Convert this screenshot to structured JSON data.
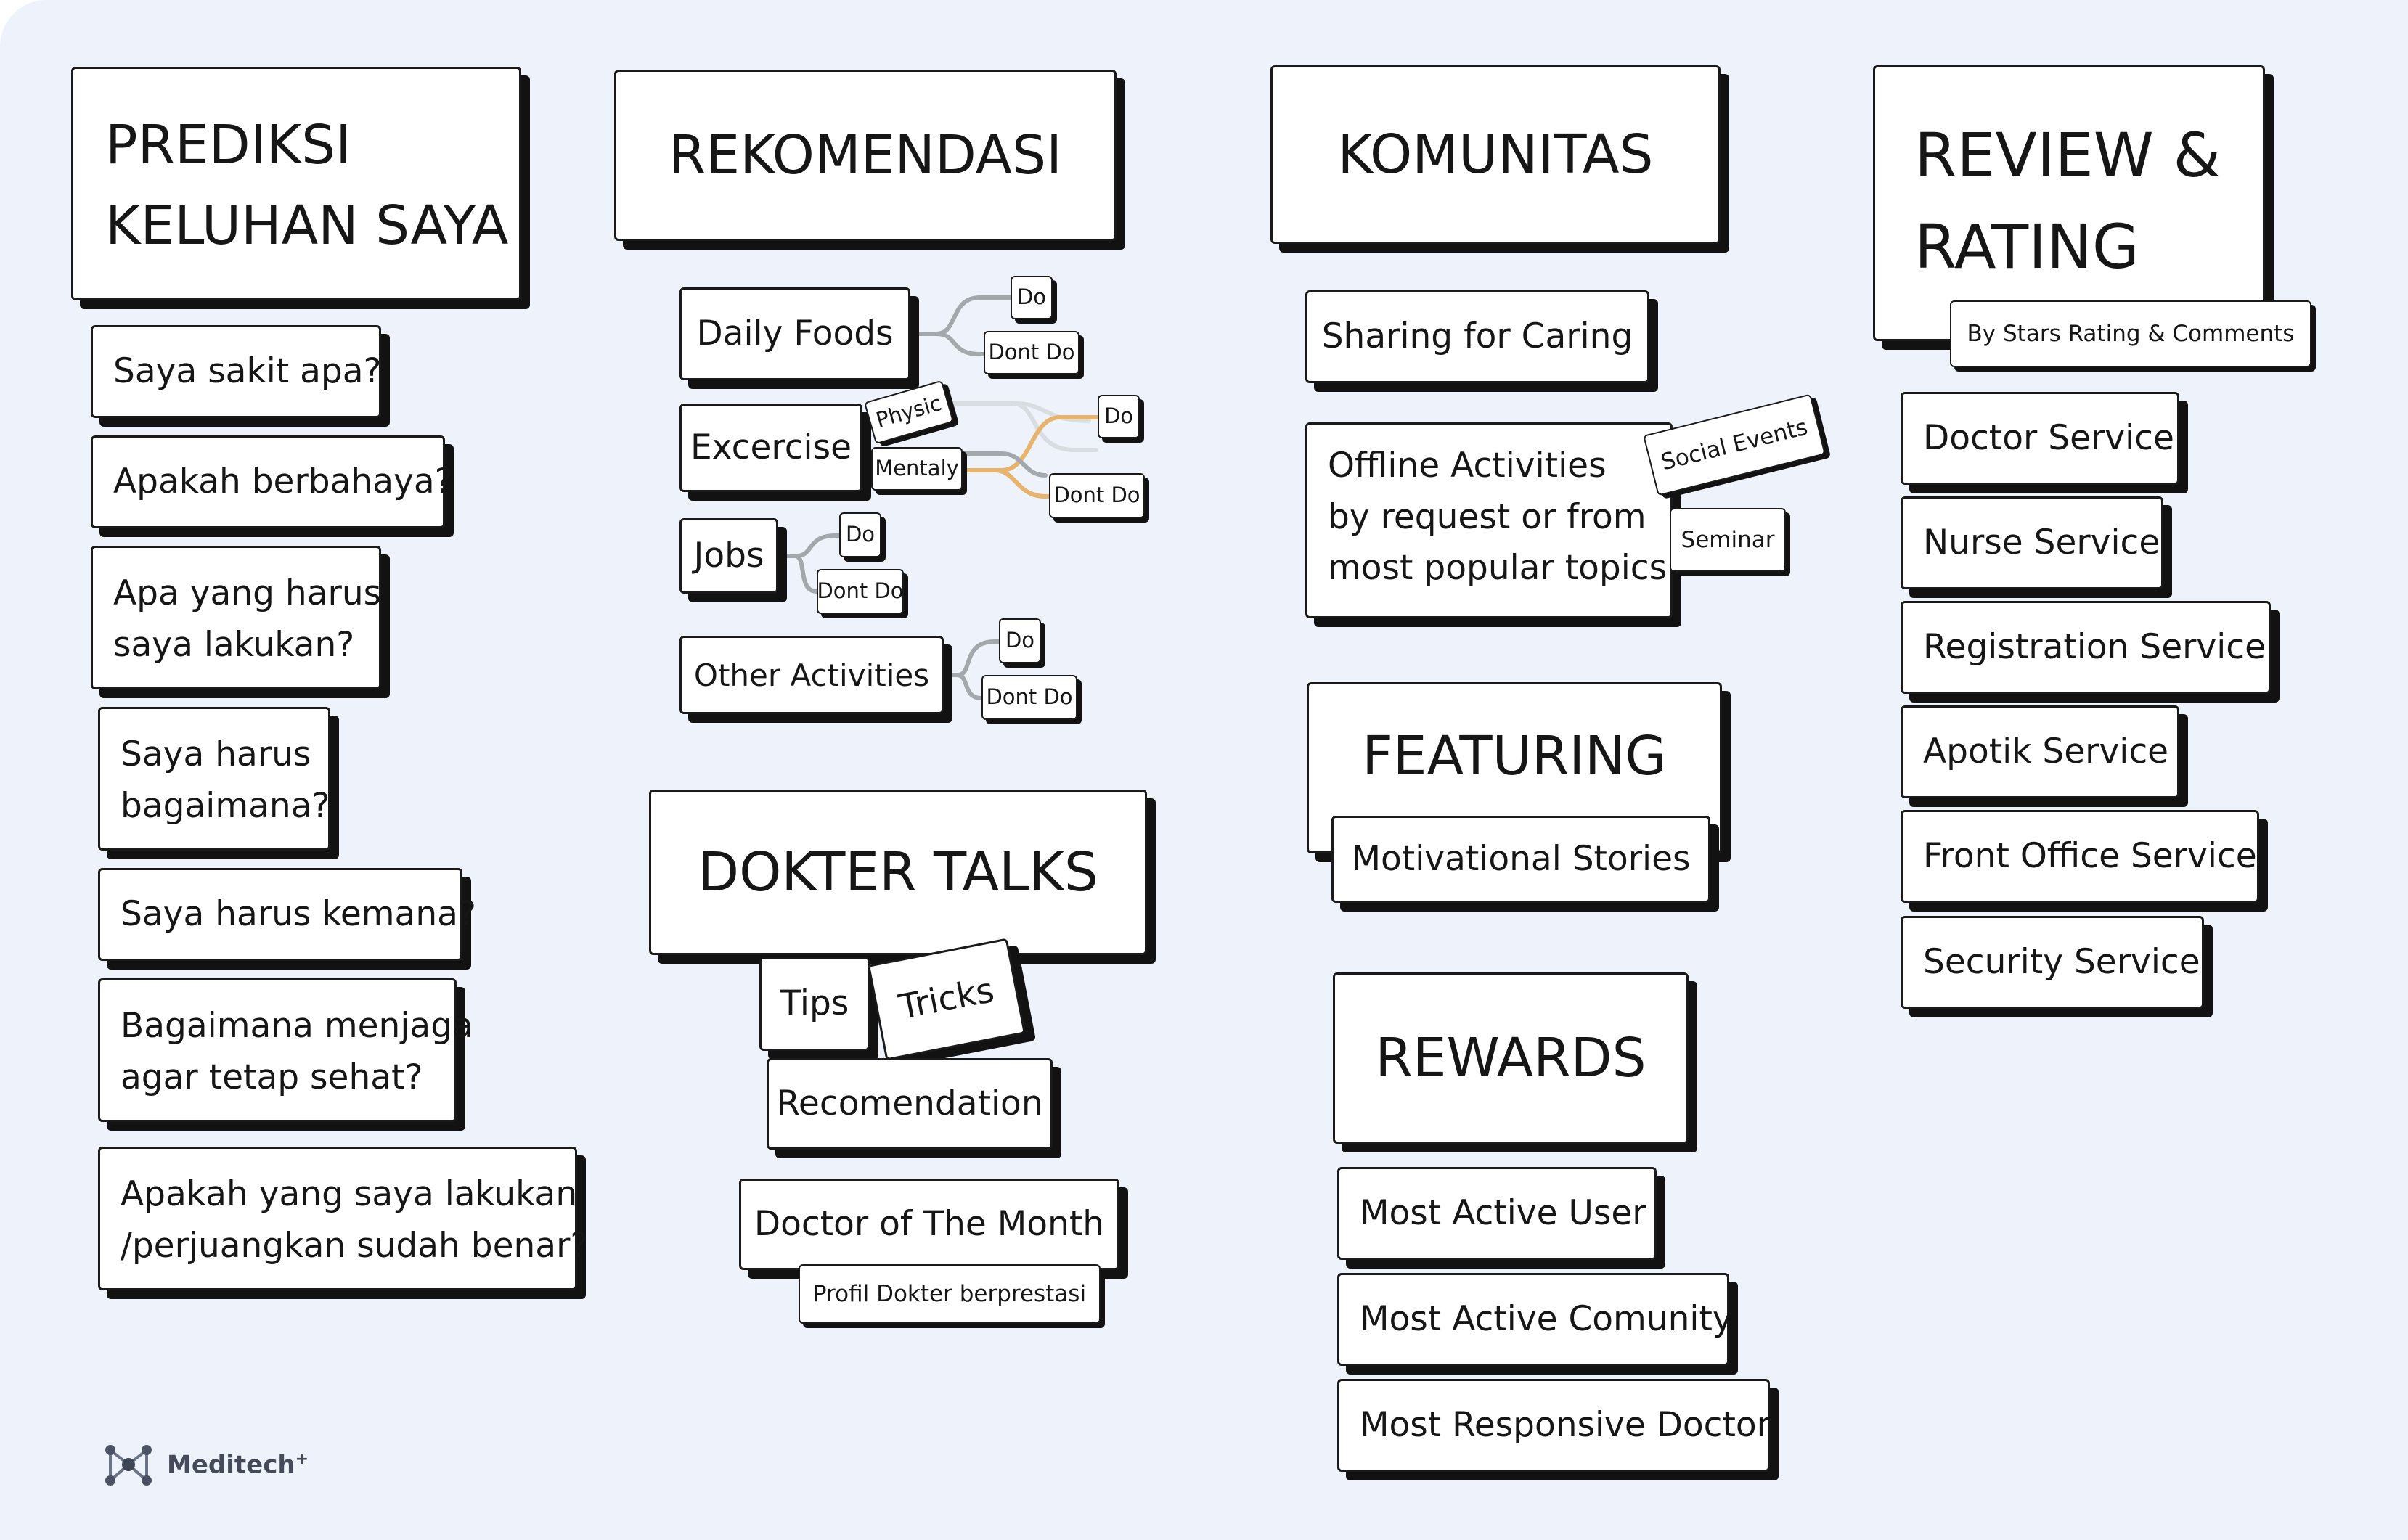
{
  "brand": {
    "name": "Meditech",
    "superscript": "+"
  },
  "prediksi": {
    "title_line1": "PREDIKSI",
    "title_line2": "KELUHAN SAYA",
    "items": [
      [
        "Saya sakit apa?"
      ],
      [
        "Apakah berbahaya?"
      ],
      [
        "Apa yang harus",
        "saya lakukan?"
      ],
      [
        "Saya harus",
        "bagaimana?"
      ],
      [
        "Saya harus kemana?"
      ],
      [
        "Bagaimana menjaga",
        "agar tetap sehat?"
      ],
      [
        "Apakah yang saya lakukan",
        "/perjuangkan sudah benar?"
      ]
    ]
  },
  "rekomendasi": {
    "title": "REKOMENDASI",
    "daily_foods": {
      "label": "Daily Foods",
      "do": "Do",
      "dont": "Dont Do"
    },
    "excercise": {
      "label": "Excercise",
      "physic": "Physic",
      "mentaly": "Mentaly",
      "do": "Do",
      "dont": "Dont Do"
    },
    "jobs": {
      "label": "Jobs",
      "do": "Do",
      "dont": "Dont Do"
    },
    "other": {
      "label": "Other Activities",
      "do": "Do",
      "dont": "Dont Do"
    }
  },
  "dokter_talks": {
    "title": "DOKTER TALKS",
    "tips": "Tips",
    "tricks": "Tricks",
    "recomendation": "Recomendation",
    "doctor_month": "Doctor of The Month",
    "profil": "Profil Dokter berprestasi"
  },
  "komunitas": {
    "title": "KOMUNITAS",
    "sharing": "Sharing for Caring",
    "offline_lines": [
      "Offline Activities",
      "by request or from",
      "most popular topics"
    ],
    "social_events": "Social Events",
    "seminar": "Seminar"
  },
  "featuring": {
    "title": "FEATURING",
    "sub": "Motivational Stories"
  },
  "rewards": {
    "title": "REWARDS",
    "items": [
      "Most Active User",
      "Most Active Comunity",
      "Most Responsive Doctor"
    ]
  },
  "review": {
    "title_line1": "REVIEW &",
    "title_line2": "RATING",
    "sub": "By Stars Rating & Comments",
    "services": [
      "Doctor Service",
      "Nurse Service",
      "Registration Service",
      "Apotik Service",
      "Front Office Service",
      "Security Service"
    ]
  },
  "colors": {
    "background": "#eef3fb",
    "shadow": "#121212",
    "wire_gray": "#a3a8ad",
    "wire_orange": "#e8b36b",
    "wire_light": "#d8dde2"
  }
}
